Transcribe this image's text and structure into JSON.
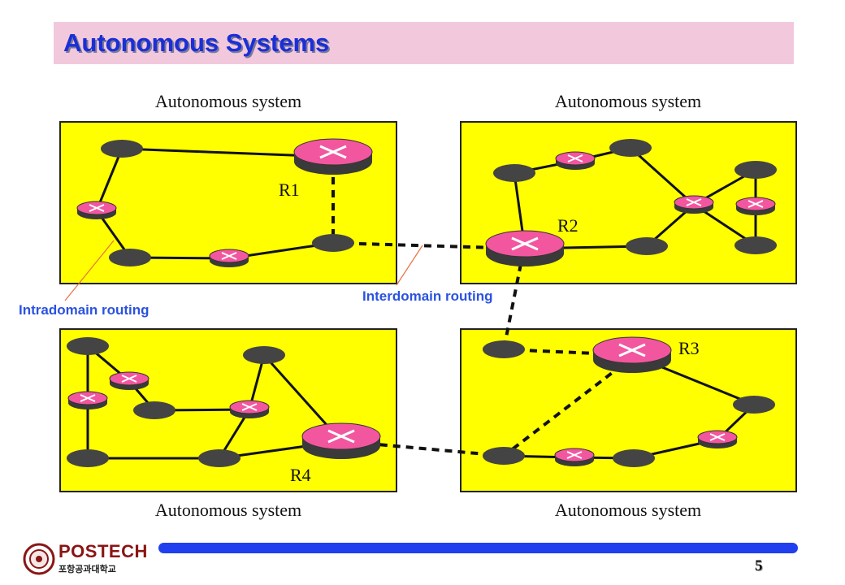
{
  "slide": {
    "title": "Autonomous Systems",
    "page_number": "5"
  },
  "diagram": {
    "as_labels": [
      "Autonomous system",
      "Autonomous system",
      "Autonomous system",
      "Autonomous system"
    ],
    "routers": [
      "R1",
      "R2",
      "R3",
      "R4"
    ],
    "annotations": {
      "intradomain": "Intradomain routing",
      "interdomain": "Interdomain routing"
    }
  },
  "logo": {
    "name": "POSTECH",
    "korean": "포항공과대학교"
  },
  "colors": {
    "title_bar": "#f2c8dc",
    "title_text": "#1a2fd6",
    "as_fill": "#ffff00",
    "router_fill": "#f2569e",
    "host_fill": "#444444",
    "annotation_text": "#2a52e0",
    "footer_bar": "#2040f0"
  }
}
